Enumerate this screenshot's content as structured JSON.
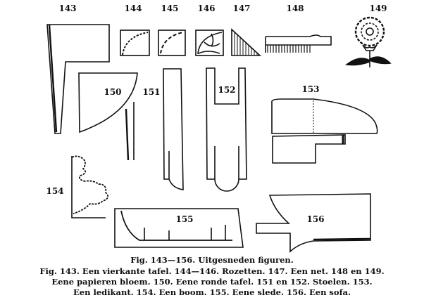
{
  "figure_labels": {
    "f143": "143",
    "f144": "144",
    "f145": "145",
    "f146": "146",
    "f147": "147",
    "f148": "148",
    "f149": "149",
    "f150": "150",
    "f151": "151",
    "f152": "152",
    "f153": "153",
    "f154": "154",
    "f155": "155",
    "f156": "156"
  },
  "caption": {
    "title": "Fig. 143—156. Uitgesneden figuren.",
    "lines": [
      "Fig. 143. Een vierkante tafel.  144—146. Rozetten.  147. Een net.  148 en 149.",
      "Eene papieren bloem.  150. Eene ronde tafel.  151 en 152. Stoelen.  153.",
      "Een ledikant.  154. Een boom.  155. Eene slede.  156. Een sofa."
    ]
  }
}
